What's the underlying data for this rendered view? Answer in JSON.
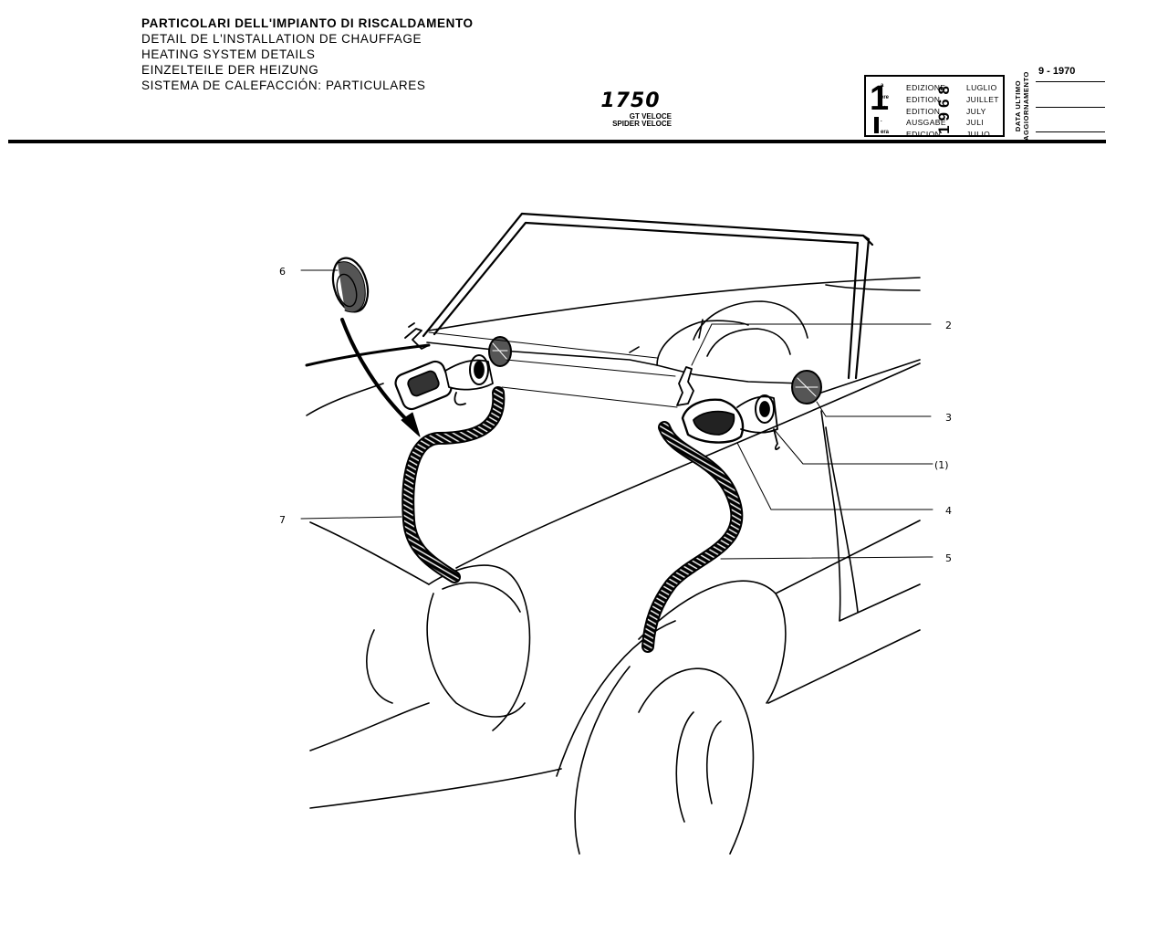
{
  "header": {
    "titles": [
      "PARTICOLARI DELL'IMPIANTO DI RISCALDAMENTO",
      "DETAIL DE L'INSTALLATION DE CHAUFFAGE",
      "HEATING SYSTEM DETAILS",
      "EINZELTEILE DER HEIZUNG",
      "SISTEMA DE CALEFACCIÓN: PARTICULARES"
    ],
    "model_number": "1750",
    "model_variants": [
      "GT VELOCE",
      "SPIDER VELOCE"
    ]
  },
  "edition": {
    "number": "1",
    "suffixes": [
      "a",
      "ere",
      "st",
      ".",
      "era"
    ],
    "words": [
      "EDIZIONE",
      "EDITION",
      "EDITION",
      "AUSGABE",
      "EDICION"
    ],
    "months": [
      "LUGLIO",
      "JUILLET",
      "JULY",
      "JULI",
      "JULIO"
    ],
    "year": "1968"
  },
  "update": {
    "label_line1": "DATA ULTIMO",
    "label_line2": "AGGIORNAMENTO",
    "date": "9 - 1970"
  },
  "callouts": {
    "c1": "2",
    "c2": "3",
    "c3": "(1)",
    "c4": "4",
    "c5": "5",
    "c6": "6",
    "c7": "7"
  }
}
